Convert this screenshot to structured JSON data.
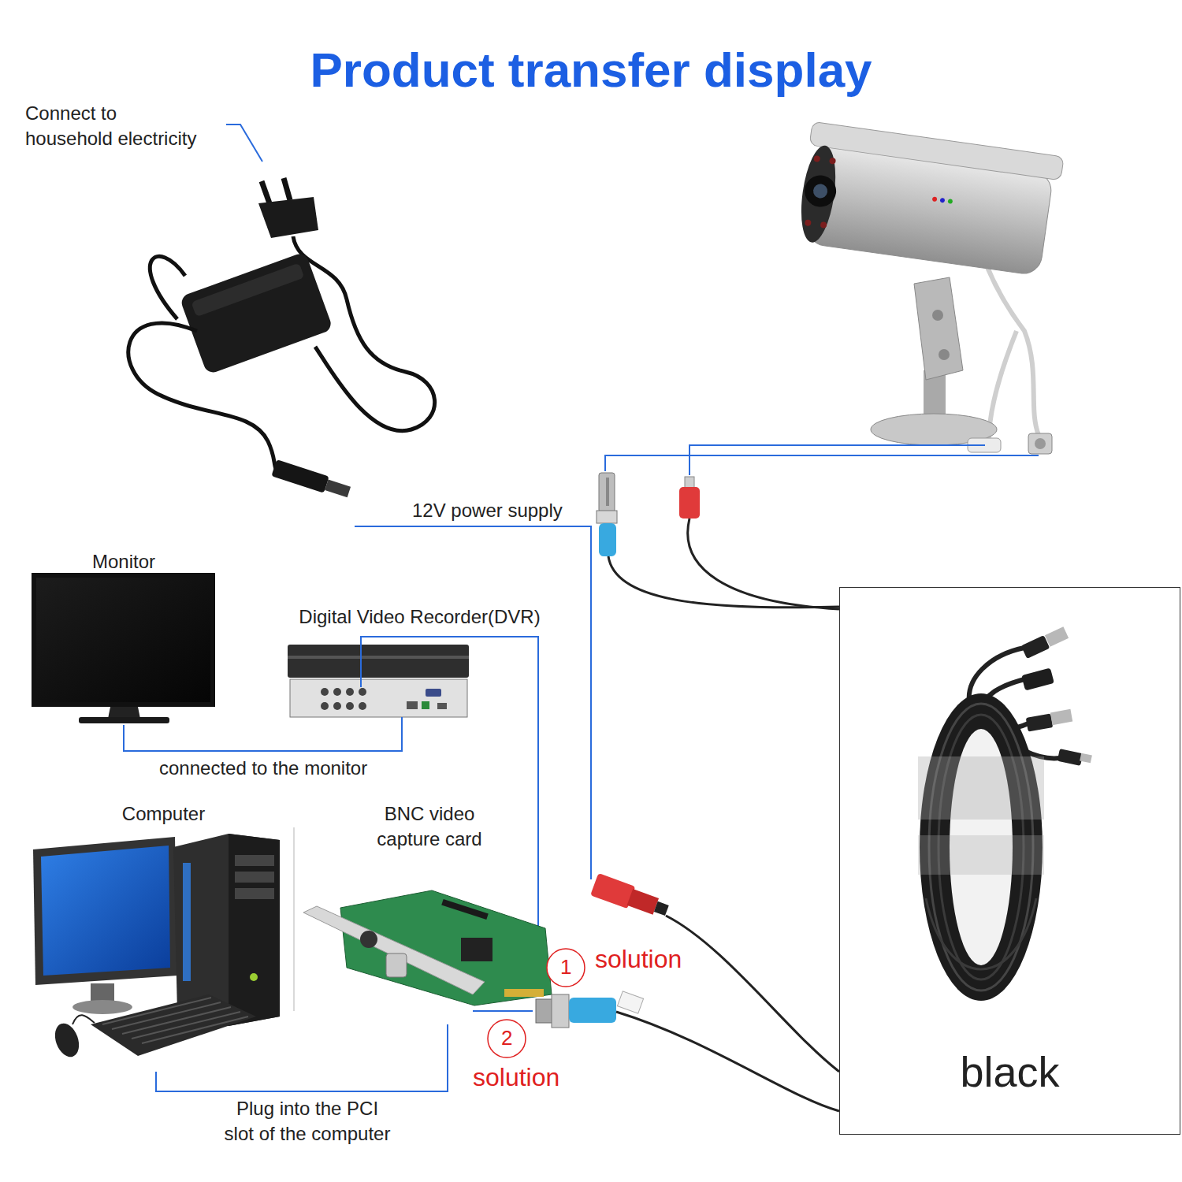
{
  "diagram": {
    "title": "Product transfer display",
    "nodes": [
      {
        "text": [
          "Monitor"
        ]
      },
      {
        "text": [
          "Digital Video Recorder(DVR)"
        ]
      },
      {
        "text": [
          "Computer"
        ]
      },
      {
        "text": [
          "BNC video capture card"
        ]
      },
      {
        "text": [
          "black"
        ]
      }
    ],
    "edges": [
      {
        "from": 0,
        "to": 1,
        "label": "connected to the monitor",
        "arrow": "none"
      },
      {
        "from": 2,
        "to": 3,
        "label": "Plug into the PCI slot of the computer",
        "arrow": "none"
      }
    ],
    "labels": [
      "Connect to household electricity",
      "12V power supply",
      "1",
      "solution",
      "2",
      "solution"
    ]
  }
}
